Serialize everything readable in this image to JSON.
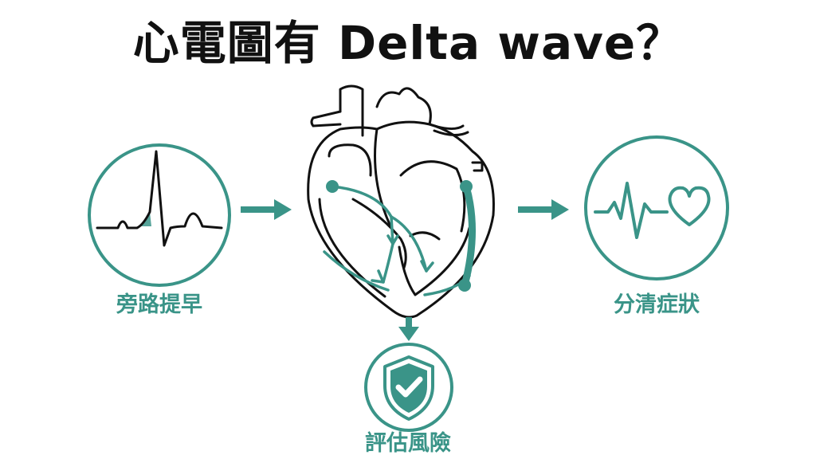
{
  "title": "心電圖有 Delta wave？",
  "labels": {
    "left": "旁路提早",
    "right": "分清症狀",
    "bottom": "評估風險"
  },
  "colors": {
    "accent": "#3a9488",
    "ink": "#111111"
  },
  "icons": {
    "left": "ecg-delta-wave-icon",
    "center": "heart-conduction-icon",
    "right": "heartbeat-heart-icon",
    "bottom": "shield-check-icon",
    "arrows": "arrow-icon"
  }
}
